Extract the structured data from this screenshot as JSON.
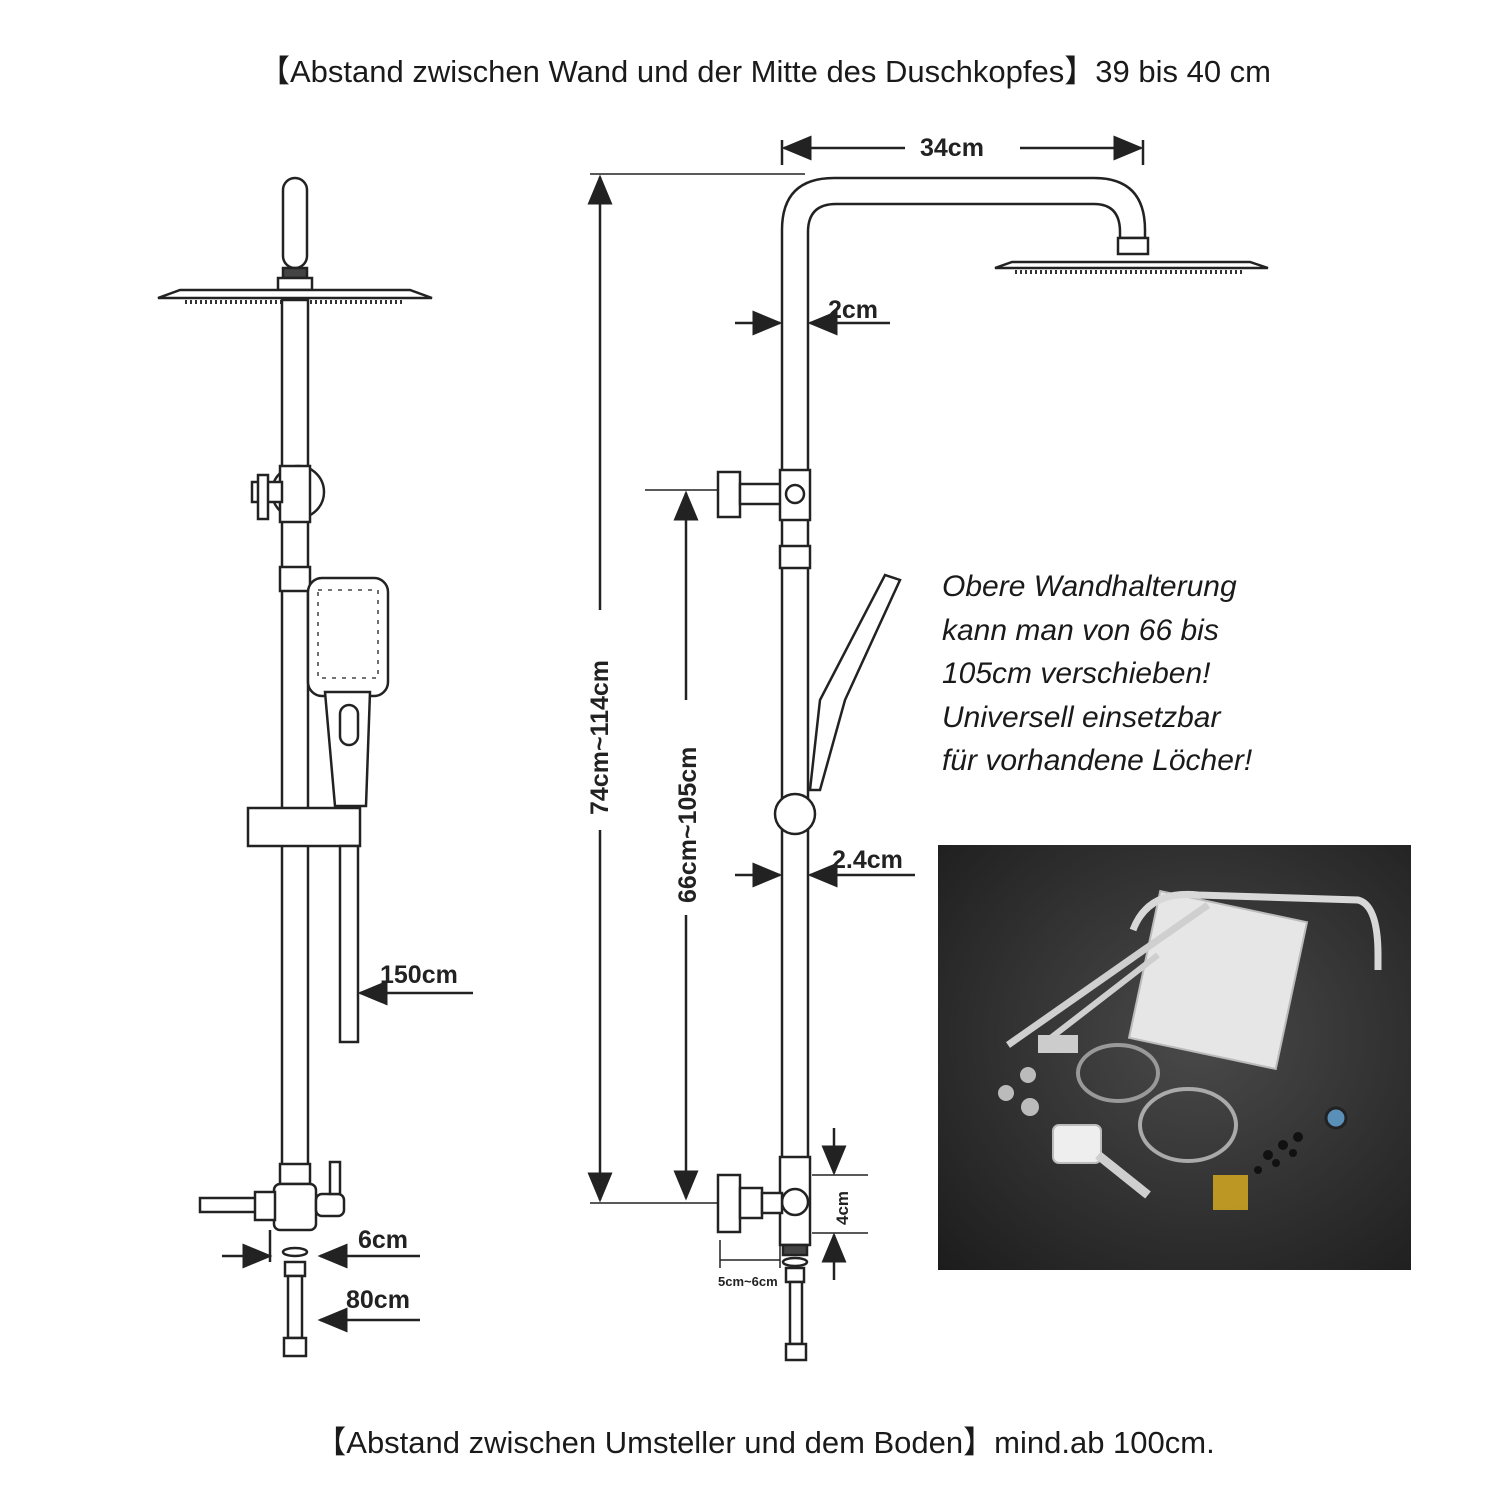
{
  "captions": {
    "top": "【Abstand zwischen Wand und der Mitte des Duschkopfes】39 bis 40 cm",
    "bottom": "【Abstand zwischen Umsteller und dem Boden】mind.ab 100cm."
  },
  "dimensions": {
    "arm_length": "34cm",
    "pipe_diameter": "2cm",
    "lower_pipe_diameter": "2.4cm",
    "hose_length": "150cm",
    "inlet_offset": "6cm",
    "inlet_hose_length": "80cm",
    "total_height": "74cm~114cm",
    "bracket_range": "66cm~105cm",
    "diverter_height": "4cm",
    "wall_distance": "5cm~6cm"
  },
  "note": {
    "lines": [
      "Obere Wandhalterung",
      "kann man von 66 bis",
      "105cm verschieben!",
      "Universell einsetzbar",
      "für vorhandene Löcher!"
    ]
  }
}
